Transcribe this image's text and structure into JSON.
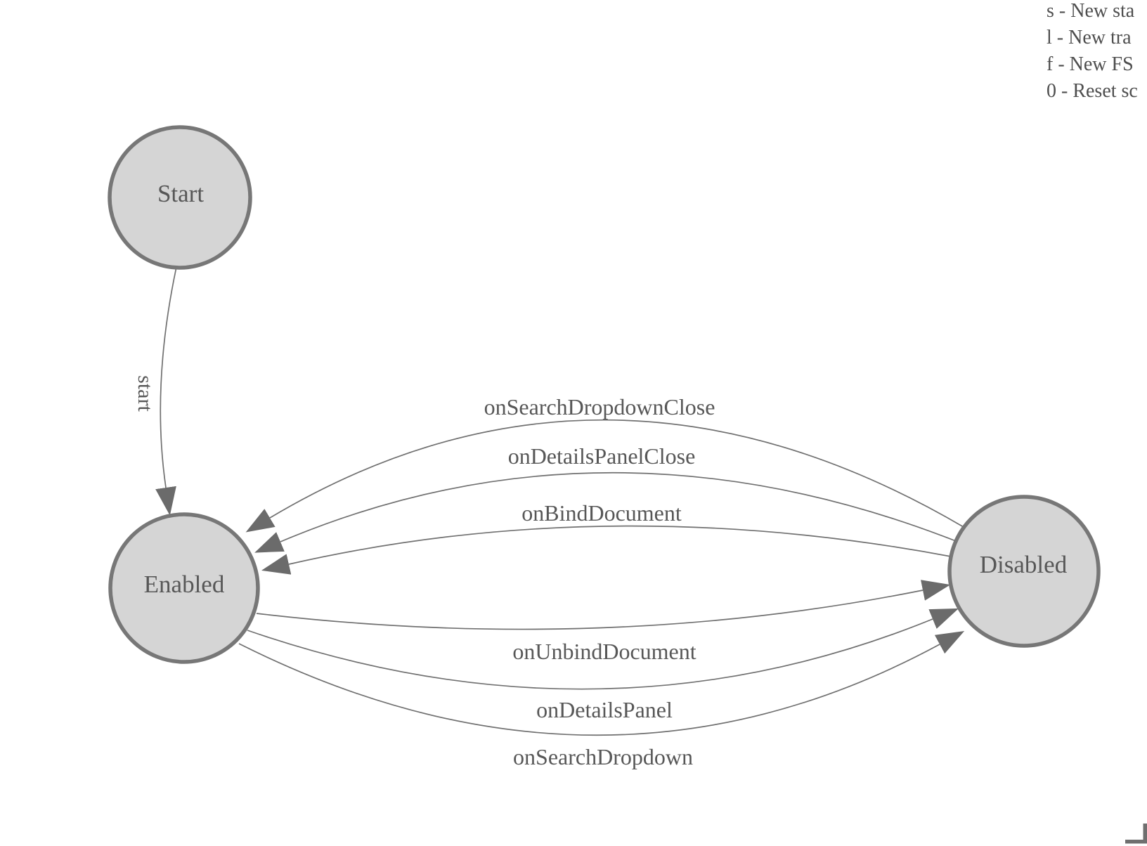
{
  "legend": {
    "items": [
      "s - New sta",
      "l - New tra",
      "f - New FS",
      "0 - Reset sc"
    ]
  },
  "states": [
    {
      "id": "start",
      "label": "Start"
    },
    {
      "id": "enabled",
      "label": "Enabled"
    },
    {
      "id": "disabled",
      "label": "Disabled"
    }
  ],
  "transitions": [
    {
      "label": "start",
      "from": "Start",
      "to": "Enabled"
    },
    {
      "label": "onSearchDropdownClose",
      "from": "Disabled",
      "to": "Enabled"
    },
    {
      "label": "onDetailsPanelClose",
      "from": "Disabled",
      "to": "Enabled"
    },
    {
      "label": "onBindDocument",
      "from": "Disabled",
      "to": "Enabled"
    },
    {
      "label": "onUnbindDocument",
      "from": "Enabled",
      "to": "Disabled"
    },
    {
      "label": "onDetailsPanel",
      "from": "Enabled",
      "to": "Disabled"
    },
    {
      "label": "onSearchDropdown",
      "from": "Enabled",
      "to": "Disabled"
    }
  ],
  "colors": {
    "node-fill": "#d5d5d5",
    "node-stroke": "#777777",
    "edge-stroke": "#707070",
    "arrow-fill": "#6b6b6b",
    "label-text": "#575757",
    "legend-text": "#4e4e4e",
    "corner": "#6f6f6f"
  }
}
